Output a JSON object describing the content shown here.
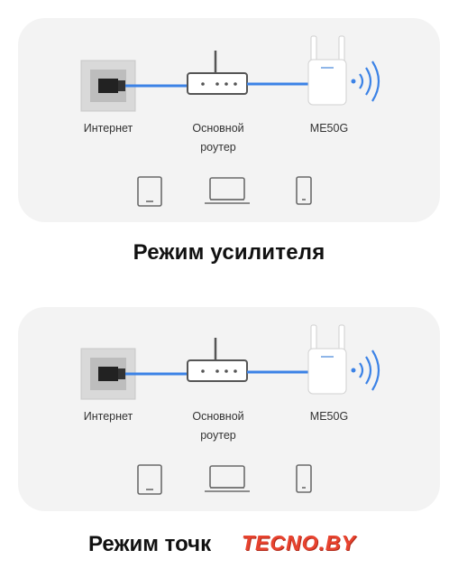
{
  "panels": [
    {
      "labels": {
        "internet": "Интернет",
        "router": "Основной\nроутер",
        "extender": "ME50G"
      },
      "title": "Режим усилителя"
    },
    {
      "labels": {
        "internet": "Интернет",
        "router": "Основной\nроутер",
        "extender": "ME50G"
      },
      "title": "Режим точк"
    }
  ],
  "watermark": "TECNO.BY",
  "colors": {
    "cable": "#3b82e6",
    "panel_bg": "#f3f3f3",
    "device_stroke": "#6b6b6b",
    "watermark": "#e8432f"
  },
  "icons": [
    "ethernet-wall-socket-icon",
    "router-icon",
    "range-extender-icon",
    "wifi-waves-icon",
    "tablet-icon",
    "laptop-icon",
    "smartphone-icon"
  ]
}
